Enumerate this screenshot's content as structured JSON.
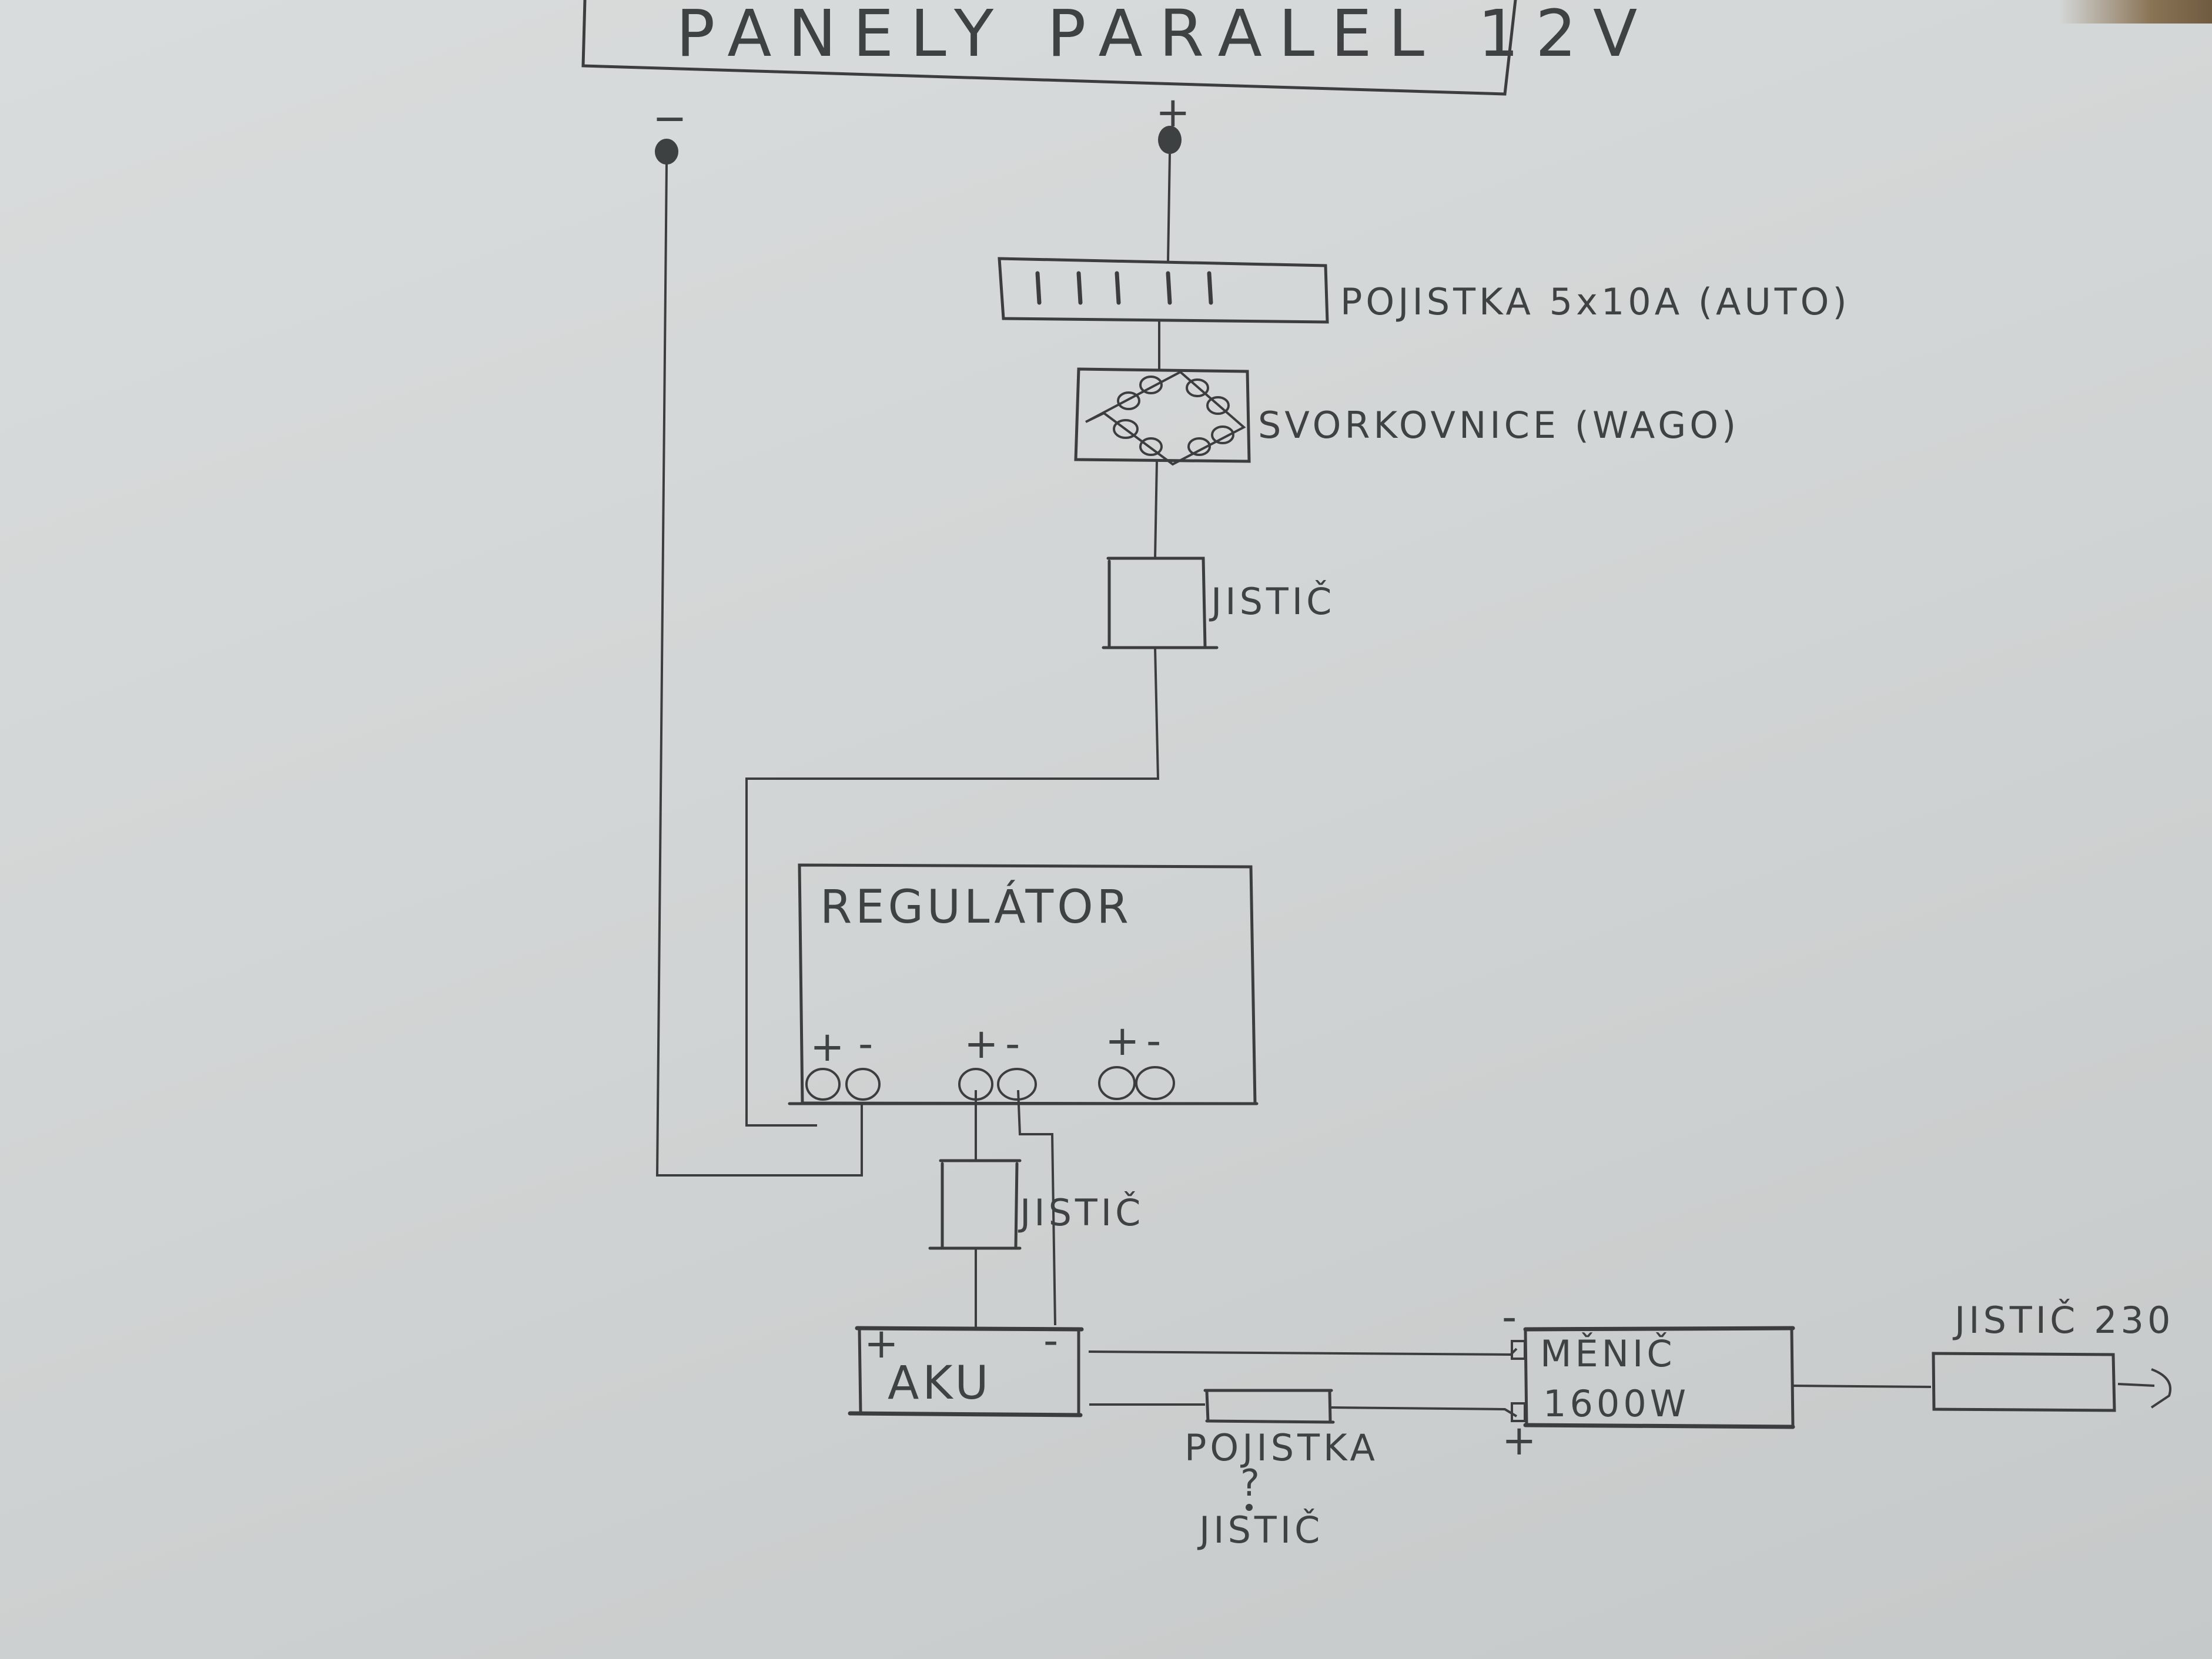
{
  "diagram": {
    "title": "PANELY PARALEL 12V",
    "panel_terminals": {
      "negative": "−",
      "positive": "+"
    },
    "fuse_strip": {
      "label": "POJISTKA 5x10A (AUTO)",
      "fuse_count": 5
    },
    "terminal_block": {
      "label": "SVORKOVNICE (WAGO)"
    },
    "breaker_top": {
      "label": "JISTIČ"
    },
    "regulator": {
      "label": "REGULÁTOR",
      "terminal_groups": [
        {
          "name": "pv",
          "plus": "+",
          "minus": "-"
        },
        {
          "name": "battery",
          "plus": "+",
          "minus": "-"
        },
        {
          "name": "load",
          "plus": "+",
          "minus": "-"
        }
      ]
    },
    "breaker_mid": {
      "label": "JISTIČ"
    },
    "battery": {
      "label": "AKU",
      "plus": "+",
      "minus": "-"
    },
    "fuse_or_breaker": {
      "line1": "POJISTKA",
      "line2": "?",
      "line3": "JISTIČ"
    },
    "inverter": {
      "line1": "MĚNIČ",
      "line2": "1600W",
      "minus": "-",
      "plus": "+"
    },
    "breaker_ac": {
      "label": "JISTIČ 230"
    },
    "output_arrow": "→"
  },
  "colors": {
    "ink": "#3b3d3e",
    "paper": "#d5d8d8"
  }
}
